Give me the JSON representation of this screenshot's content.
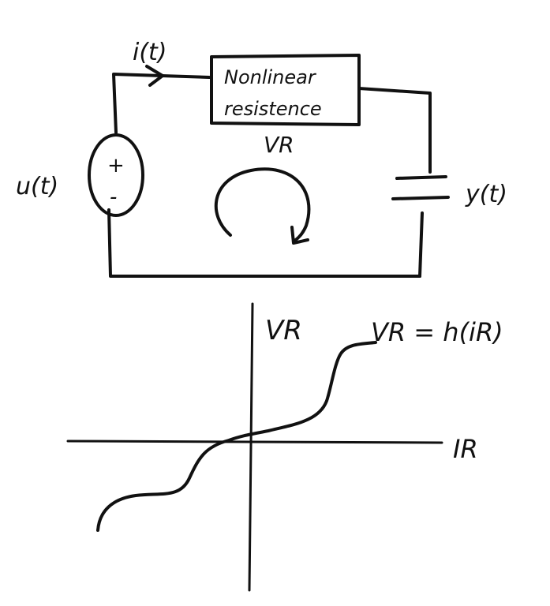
{
  "circuit": {
    "current_label": "i(t)",
    "source_label": "u(t)",
    "source_plus": "+",
    "source_minus": "-",
    "resistor_line1": "Nonlinear",
    "resistor_line2": "resistence",
    "resistor_voltage_label": "VR",
    "output_label": "y(t)"
  },
  "graph": {
    "y_axis_label": "VR",
    "x_axis_label": "IR",
    "function_label": "VR = h(iR)"
  },
  "colors": {
    "ink": "#111111",
    "background": "#ffffff"
  }
}
